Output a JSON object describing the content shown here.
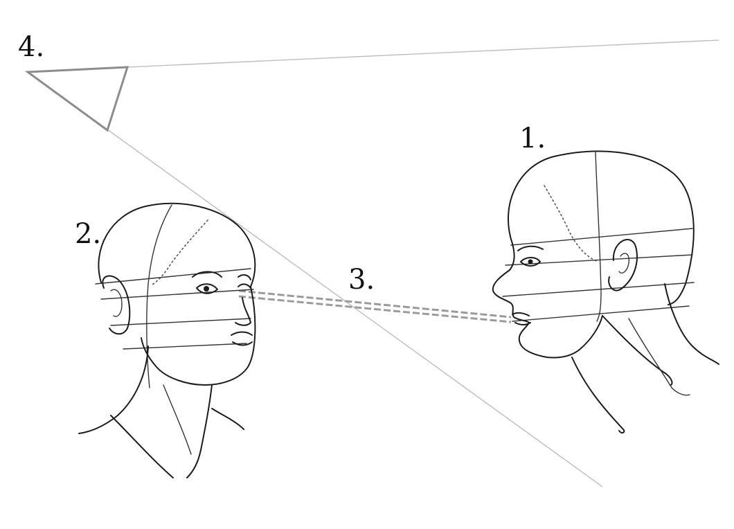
{
  "labels": {
    "head_profile": "1.",
    "head_three_quarter": "2.",
    "sight_line": "3.",
    "angle_triangle": "4."
  },
  "colors": {
    "ink": "#1a1a1a",
    "guide_line": "#b8b8b8",
    "triangle": "#8c8c8c",
    "dashed_link": "#9a9a9a"
  }
}
